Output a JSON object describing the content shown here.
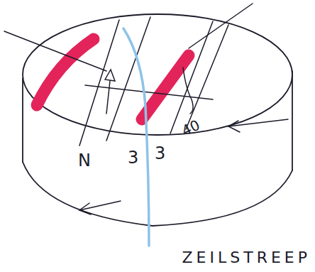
{
  "diagram": {
    "labels": [
      "N",
      "3",
      "3",
      "40",
      "ZEILSTREEP"
    ]
  }
}
